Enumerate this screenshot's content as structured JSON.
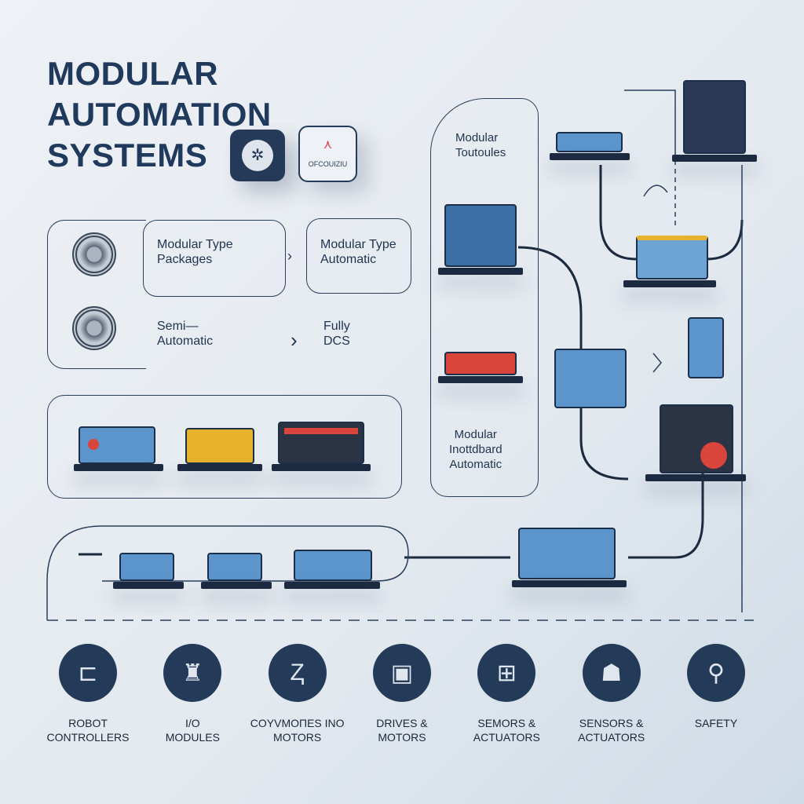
{
  "title": {
    "line1": "MODULAR",
    "line2": "AUTOMATION",
    "line3": "SYSTEMS"
  },
  "badges": {
    "dark_icon": "robot-arm-icon",
    "light_text": "OFCOUIZIU",
    "light_icon": "warning-icon"
  },
  "left_panel": {
    "packages": "Modular Type\nPackages",
    "automatic": "Modular Type\nAutomatic",
    "semi": "Semi—\nAutomatic",
    "fully": "Fully\nDCS"
  },
  "center_panel": {
    "top": "Modular\nToutoules",
    "bottom": "Modular\nInottdbard\nAutomatic"
  },
  "colors": {
    "navy": "#233a58",
    "blue": "#5b95cc",
    "accent_red": "#d9453a",
    "accent_yellow": "#e8b32c"
  },
  "categories": [
    {
      "label": "ROBOT\nCONTROLLERS",
      "icon": "controller-icon",
      "glyph": "⊏"
    },
    {
      "label": "I/O\nMODULES",
      "icon": "io-module-icon",
      "glyph": "♜"
    },
    {
      "label": "COYVMOПES INO\nMOTORS",
      "icon": "motor-icon",
      "glyph": "Ⱬ"
    },
    {
      "label": "DRIVES &\nMOTORS",
      "icon": "drive-icon",
      "glyph": "▣"
    },
    {
      "label": "SEMORS &\nACTUATORS",
      "icon": "sensor-icon",
      "glyph": "⊞"
    },
    {
      "label": "SENSORS &\nACTUATORS",
      "icon": "actuator-icon",
      "glyph": "☗"
    },
    {
      "label": "SAFETY",
      "icon": "safety-icon",
      "glyph": "⚲"
    }
  ]
}
